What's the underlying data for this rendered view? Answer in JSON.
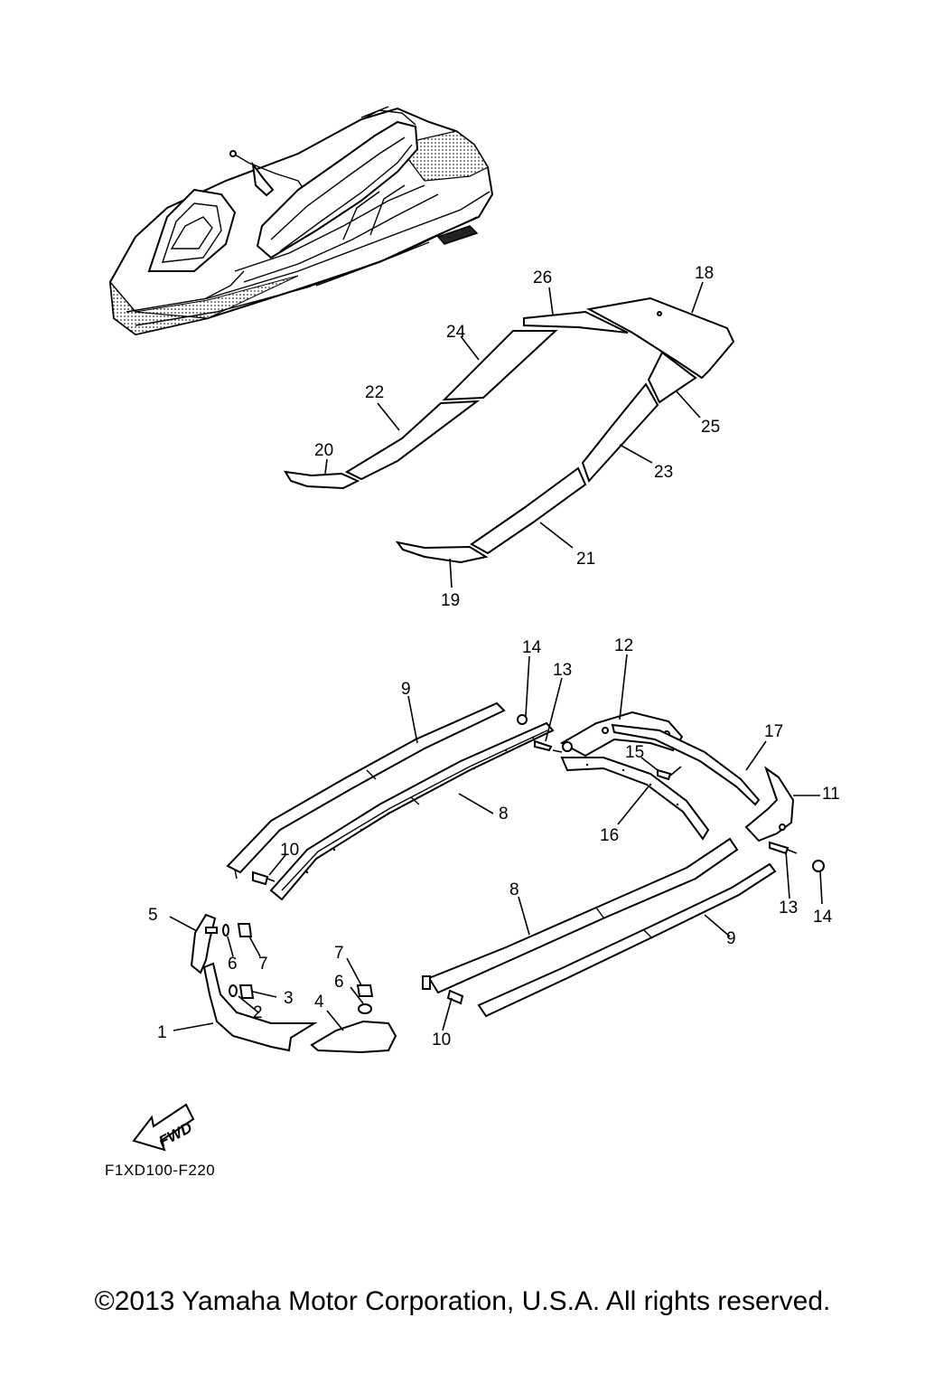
{
  "diagram": {
    "code": "F1XD100-F220",
    "copyright": "©2013 Yamaha Motor Corporation, U.S.A. All rights reserved.",
    "fwd_label": "FWD",
    "icons": [
      "watercraft-illustration",
      "fwd-arrow-icon"
    ],
    "callouts": {
      "c1": "1",
      "c2": "2",
      "c3": "3",
      "c4": "4",
      "c5": "5",
      "c6a": "6",
      "c6b": "6",
      "c7a": "7",
      "c7b": "7",
      "c8a": "8",
      "c8b": "8",
      "c9a": "9",
      "c9b": "9",
      "c10a": "10",
      "c10b": "10",
      "c11": "11",
      "c12": "12",
      "c13a": "13",
      "c13b": "13",
      "c14a": "14",
      "c14b": "14",
      "c15": "15",
      "c16": "16",
      "c17": "17",
      "c18": "18",
      "c19": "19",
      "c20": "20",
      "c21": "21",
      "c22": "22",
      "c23": "23",
      "c24": "24",
      "c25": "25",
      "c26": "26"
    }
  }
}
